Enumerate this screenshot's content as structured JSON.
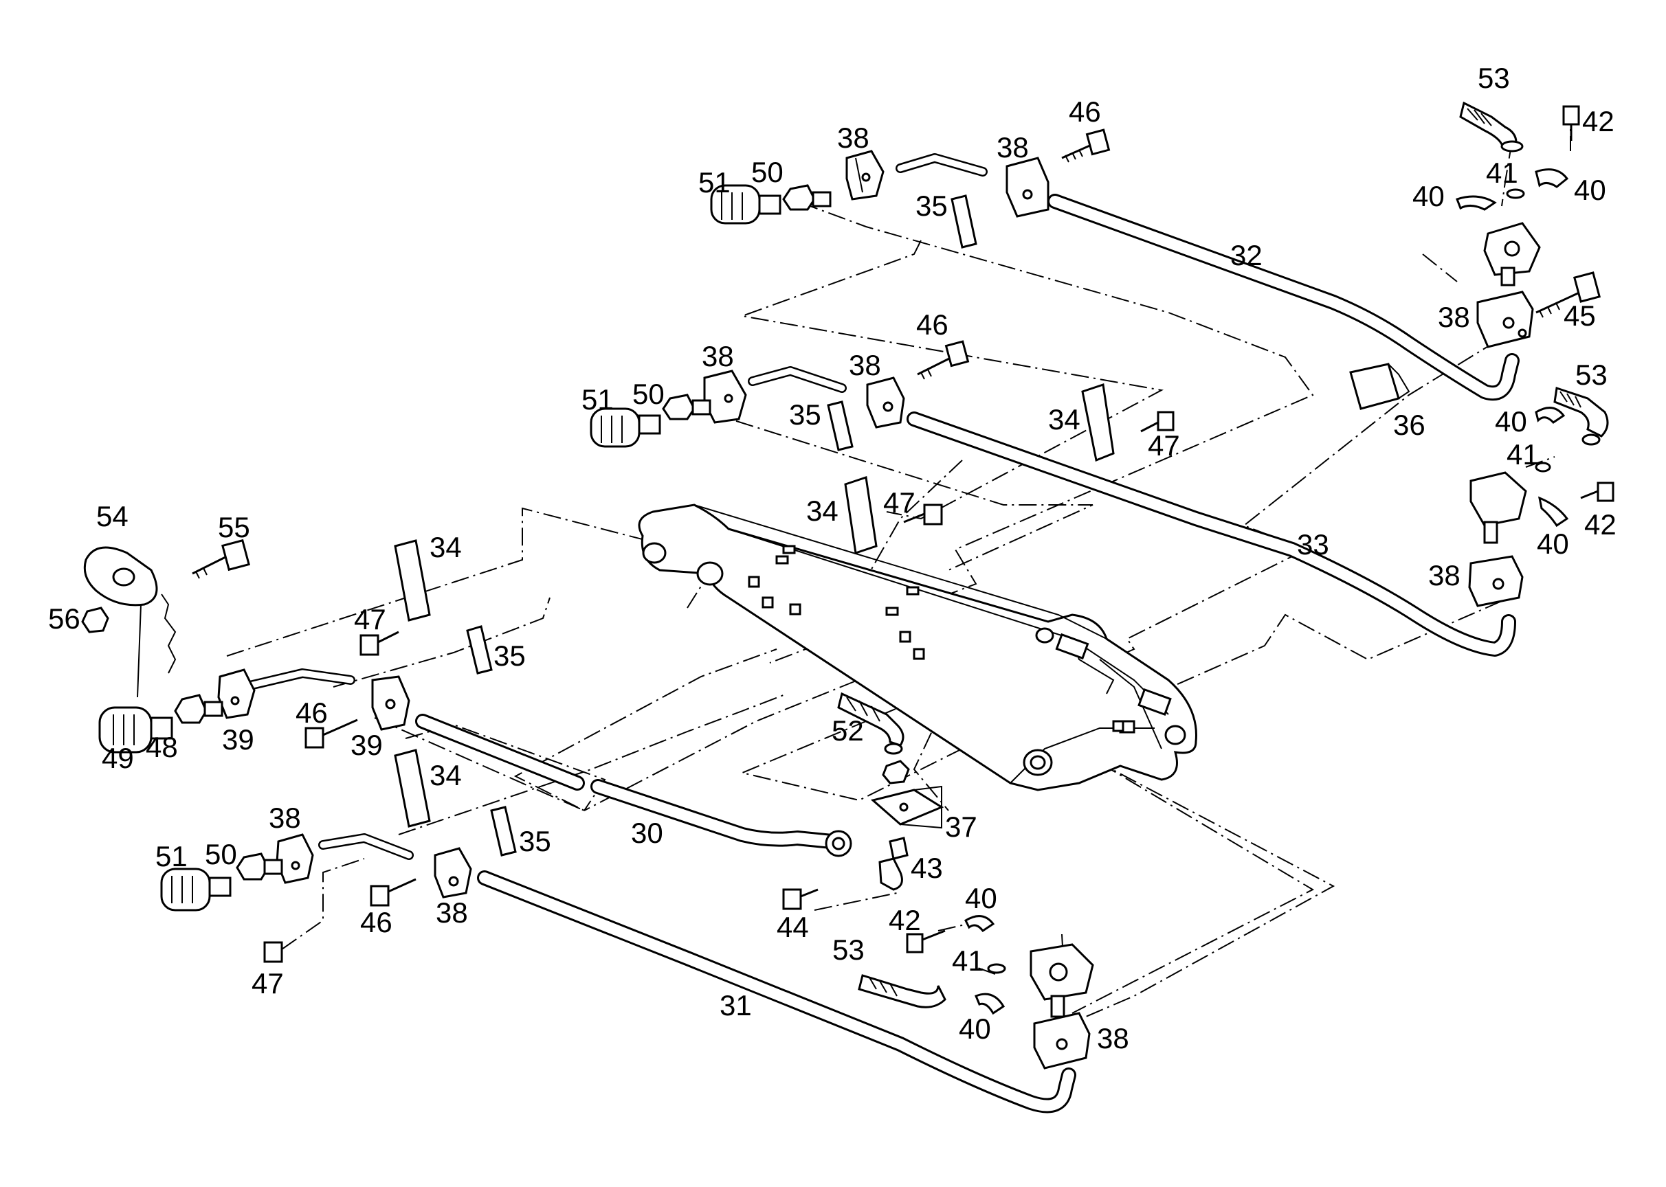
{
  "diagram": {
    "callouts": [
      "30",
      "31",
      "32",
      "33",
      "34",
      "35",
      "36",
      "37",
      "38",
      "39",
      "40",
      "41",
      "42",
      "43",
      "44",
      "45",
      "46",
      "47",
      "48",
      "49",
      "50",
      "51",
      "52",
      "53",
      "54",
      "55",
      "56"
    ]
  }
}
